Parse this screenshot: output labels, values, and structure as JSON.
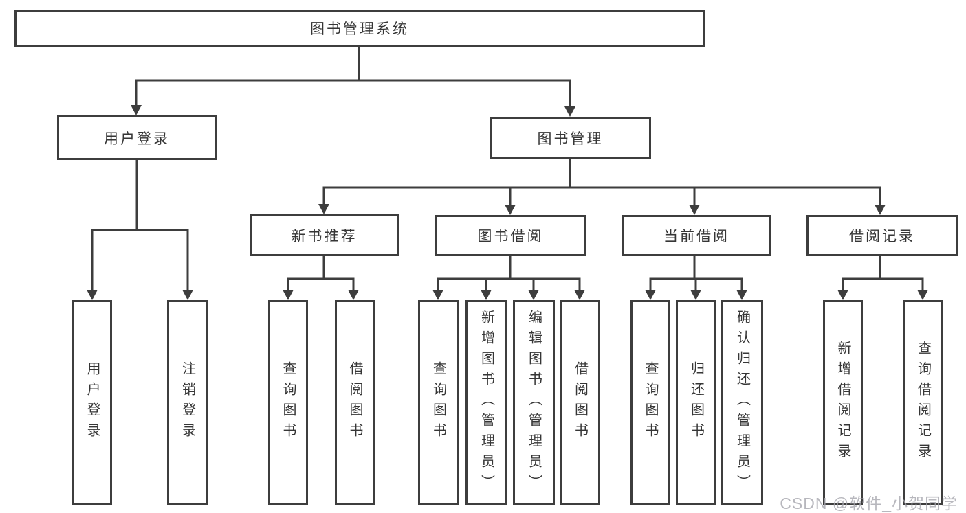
{
  "tree": {
    "root": "图书管理系统",
    "login": {
      "label": "用户登录",
      "children": [
        "用户登录",
        "注销登录"
      ]
    },
    "management": {
      "label": "图书管理",
      "groups": [
        {
          "label": "新书推荐",
          "children": [
            "查询图书",
            "借阅图书"
          ]
        },
        {
          "label": "图书借阅",
          "children": [
            "查询图书",
            "新增图书（管理员）",
            "编辑图书（管理员）",
            "借阅图书"
          ]
        },
        {
          "label": "当前借阅",
          "children": [
            "查询图书",
            "归还图书",
            "确认归还（管理员）"
          ]
        },
        {
          "label": "借阅记录",
          "children": [
            "新增借阅记录",
            "查询借阅记录"
          ]
        }
      ]
    }
  },
  "watermark": "CSDN @软件_小贺同学",
  "colors": {
    "line": "#3d3d3d",
    "text": "#363636",
    "watermark": "#a5a5ac",
    "background": "#ffffff"
  }
}
